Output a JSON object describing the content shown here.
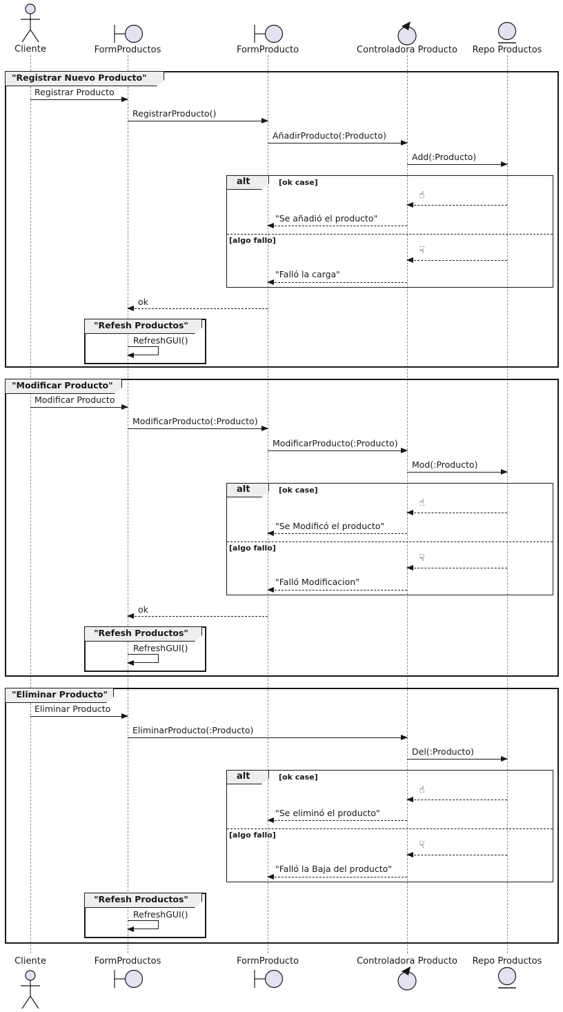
{
  "colors": {
    "line": "#181818",
    "shape_fill": "#e2e2f0",
    "tab_bg": "#eeeeee",
    "lifeline": "#8a8a8a"
  },
  "participants": [
    {
      "label": "Cliente",
      "icon": "actor-icon"
    },
    {
      "label": "FormProductos",
      "icon": "boundary-icon"
    },
    {
      "label": "FormProducto",
      "icon": "boundary-icon"
    },
    {
      "label": "Controladora Producto",
      "icon": "control-icon"
    },
    {
      "label": "Repo Productos",
      "icon": "entity-icon"
    }
  ],
  "alt_operator": "alt",
  "guards": {
    "ok": "[ok case]",
    "fail": "[algo fallo]"
  },
  "icons": {
    "thumbs_up": "☝",
    "thumbs_down": "☟"
  },
  "frames": [
    {
      "title": "\"Registrar Nuevo Producto\"",
      "m1": "Registrar Producto",
      "m2": "RegistrarProducto()",
      "m3": "AñadirProducto(:Producto)",
      "m4": "Add(:Producto)",
      "ok_reply": "\"Se añadió el producto\"",
      "fail_reply": "\"Falló la carga\"",
      "return": "ok",
      "ref_title": "\"Refesh Productos\"",
      "ref_msg": "RefreshGUI()"
    },
    {
      "title": "\"Modificar Producto\"",
      "m1": "Modificar Producto",
      "m2": "ModificarProducto(:Producto)",
      "m3": "ModificarProducto(:Producto)",
      "m4": "Mod(:Producto)",
      "ok_reply": "\"Se Modificó el producto\"",
      "fail_reply": "\"Falló Modificacion\"",
      "return": "ok",
      "ref_title": "\"Refesh Productos\"",
      "ref_msg": "RefreshGUI()"
    },
    {
      "title": "\"Eliminar Producto\"",
      "m1": "Eliminar Producto",
      "m2": "EliminarProducto(:Producto)",
      "m3": "Del(:Producto)",
      "ok_reply": "\"Se eliminó el producto\"",
      "fail_reply": "\"Falló la Baja del producto\"",
      "ref_title": "\"Refesh Productos\"",
      "ref_msg": "RefreshGUI()"
    }
  ]
}
